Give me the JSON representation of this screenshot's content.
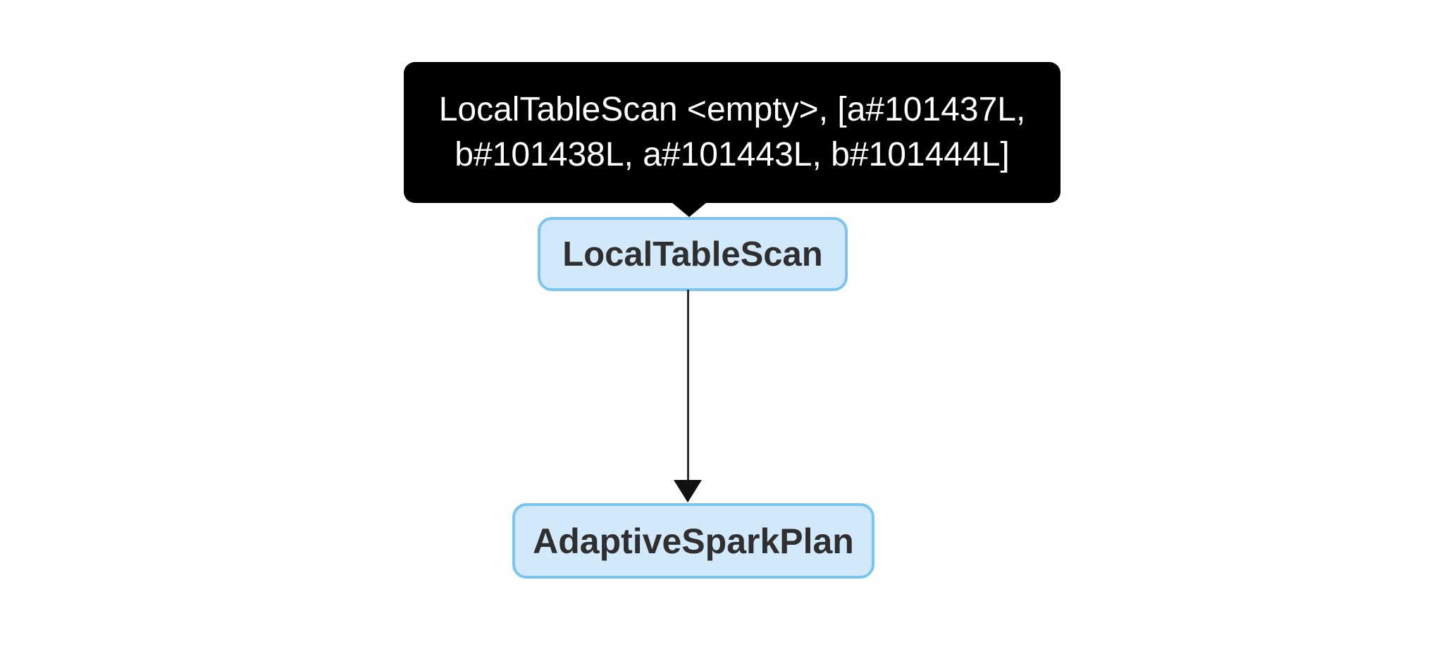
{
  "tooltip": {
    "text": "LocalTableScan <empty>, [a#101437L, b#101438L, a#101443L, b#101444L]"
  },
  "nodes": [
    {
      "id": "localtablescan",
      "label": "LocalTableScan"
    },
    {
      "id": "adaptivesparkplan",
      "label": "AdaptiveSparkPlan"
    }
  ],
  "edges": [
    {
      "from": "LocalTableScan",
      "to": "AdaptiveSparkPlan"
    }
  ],
  "colors": {
    "tooltip_bg": "#000000",
    "tooltip_text": "#ffffff",
    "node_fill": "#d2e9fb",
    "node_border": "#79c4f1",
    "node_text": "#2f2f2f",
    "edge": "#2f2f2f",
    "edge_head": "#111111"
  }
}
